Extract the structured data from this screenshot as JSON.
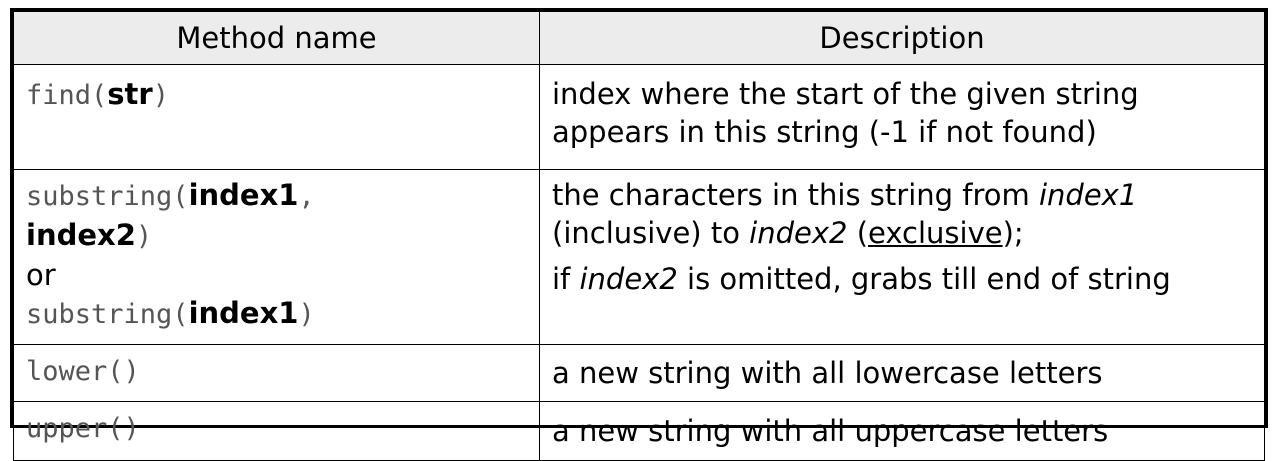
{
  "table": {
    "headers": {
      "method": "Method name",
      "description": "Description"
    },
    "rows": [
      {
        "method": {
          "name": "find(",
          "arg": "str",
          "close": ")"
        },
        "description": {
          "line1": "index where the start of the given string",
          "line2": "appears in this string (-1 if not found)"
        }
      },
      {
        "method": {
          "name": "substring(",
          "arg1": "index1",
          "comma": ",",
          "arg2": "index2",
          "close": ")",
          "or": "or",
          "alt_name": "substring(",
          "alt_arg": "index1",
          "alt_close": ")"
        },
        "description": {
          "p1": "the characters in this string from ",
          "i1": "index1",
          "p2": "(inclusive) to ",
          "i2": "index2",
          "p3": " (",
          "u1": "exclusive",
          "p4": ");",
          "p5": "if ",
          "i3": "index2",
          "p6": " is omitted, grabs till end of string"
        }
      },
      {
        "method": {
          "name": "lower()"
        },
        "description": {
          "text": "a new string with all lowercase letters"
        }
      },
      {
        "method": {
          "name": "upper()"
        },
        "description": {
          "text": "a new string with all uppercase letters"
        }
      }
    ]
  }
}
